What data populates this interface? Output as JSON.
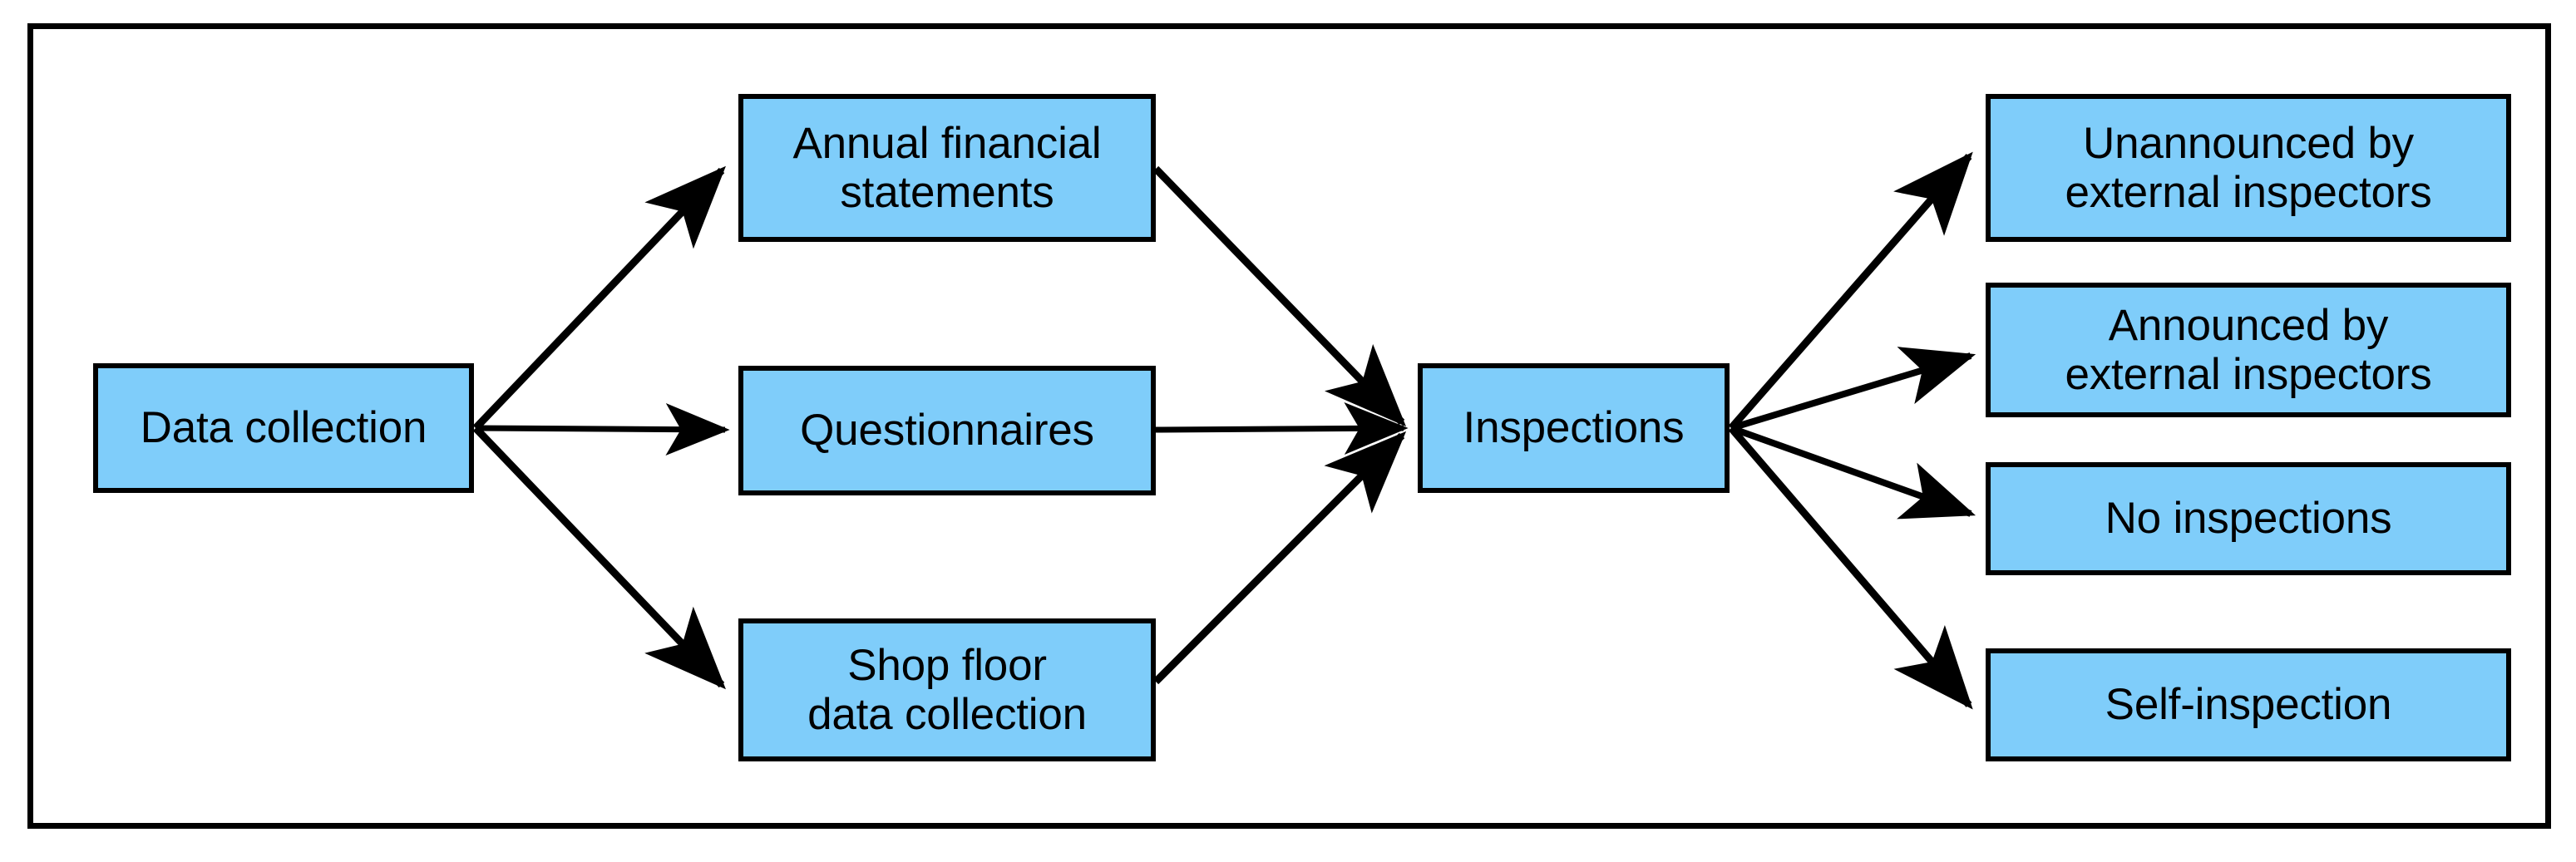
{
  "diagram": {
    "title": "Data collection and inspection types flowchart",
    "colors": {
      "node_fill": "#7FCDFA",
      "node_stroke": "#000000",
      "arrow": "#000000",
      "frame": "#000000",
      "background": "#FFFFFF"
    },
    "nodes": {
      "source": {
        "label": "Data collection"
      },
      "methods": [
        {
          "label": "Annual financial\nstatements"
        },
        {
          "label": "Questionnaires"
        },
        {
          "label": "Shop floor\ndata collection"
        }
      ],
      "hub": {
        "label": "Inspections"
      },
      "types": [
        {
          "label": "Unannounced by\nexternal inspectors"
        },
        {
          "label": "Announced by\nexternal inspectors"
        },
        {
          "label": "No inspections"
        },
        {
          "label": "Self-inspection"
        }
      ]
    },
    "edges": [
      {
        "from": "Data collection",
        "to": "Annual financial statements"
      },
      {
        "from": "Data collection",
        "to": "Questionnaires"
      },
      {
        "from": "Data collection",
        "to": "Shop floor data collection"
      },
      {
        "from": "Annual financial statements",
        "to": "Inspections"
      },
      {
        "from": "Questionnaires",
        "to": "Inspections"
      },
      {
        "from": "Shop floor data collection",
        "to": "Inspections"
      },
      {
        "from": "Inspections",
        "to": "Unannounced by external inspectors"
      },
      {
        "from": "Inspections",
        "to": "Announced by external inspectors"
      },
      {
        "from": "Inspections",
        "to": "No inspections"
      },
      {
        "from": "Inspections",
        "to": "Self-inspection"
      }
    ]
  }
}
